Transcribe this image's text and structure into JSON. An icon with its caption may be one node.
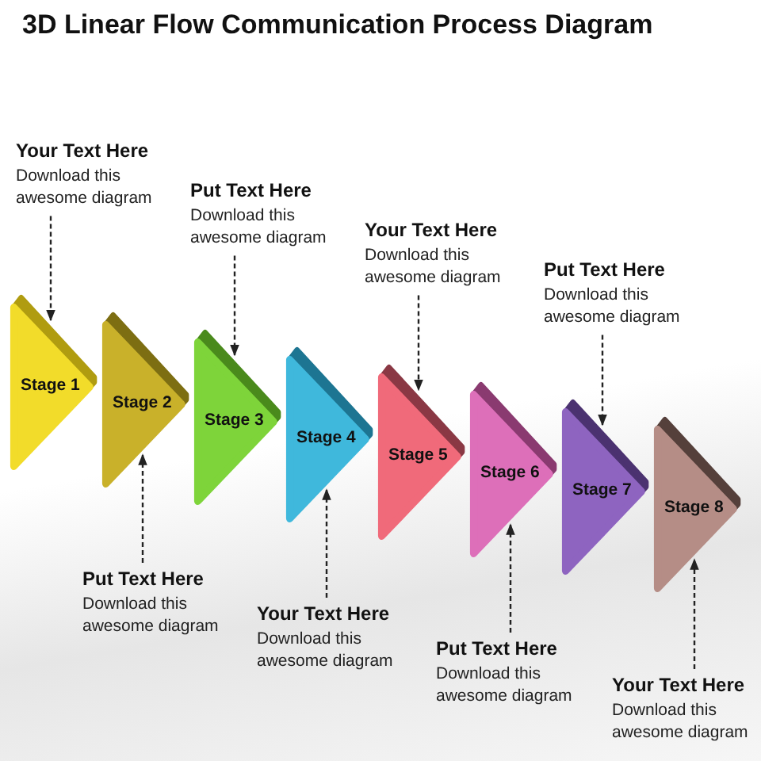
{
  "diagram": {
    "title": "3D Linear Flow Communication Process Diagram",
    "nodes": [
      {
        "text": [
          "Stage 1"
        ]
      },
      {
        "text": [
          "Stage 2"
        ]
      },
      {
        "text": [
          "Stage 3"
        ]
      },
      {
        "text": [
          "Stage 4"
        ]
      },
      {
        "text": [
          "Stage 5"
        ]
      },
      {
        "text": [
          "Stage 6"
        ]
      },
      {
        "text": [
          "Stage 7"
        ]
      },
      {
        "text": [
          "Stage 8"
        ]
      },
      {
        "text": [
          "Your Text Here",
          "Download this awesome diagram"
        ]
      },
      {
        "text": [
          "Put Text Here",
          "Download this awesome diagram"
        ]
      },
      {
        "text": [
          "Put Text Here",
          "Download this awesome diagram"
        ]
      },
      {
        "text": [
          "Your Text Here",
          "Download this awesome diagram"
        ]
      },
      {
        "text": [
          "Your Text Here",
          "Download this awesome diagram"
        ]
      },
      {
        "text": [
          "Put Text Here",
          "Download this awesome diagram"
        ]
      },
      {
        "text": [
          "Put Text Here",
          "Download this awesome diagram"
        ]
      },
      {
        "text": [
          "Your Text Here",
          "Download this awesome diagram"
        ]
      }
    ],
    "edges": [
      {
        "from": 8,
        "to": 0,
        "arrow": "to",
        "style": "dashed"
      },
      {
        "from": 9,
        "to": 1,
        "arrow": "to",
        "style": "dashed"
      },
      {
        "from": 10,
        "to": 2,
        "arrow": "to",
        "style": "dashed"
      },
      {
        "from": 11,
        "to": 3,
        "arrow": "to",
        "style": "dashed"
      },
      {
        "from": 12,
        "to": 4,
        "arrow": "to",
        "style": "dashed"
      },
      {
        "from": 13,
        "to": 5,
        "arrow": "to",
        "style": "dashed"
      },
      {
        "from": 14,
        "to": 6,
        "arrow": "to",
        "style": "dashed"
      },
      {
        "from": 15,
        "to": 7,
        "arrow": "to",
        "style": "dashed"
      }
    ]
  }
}
